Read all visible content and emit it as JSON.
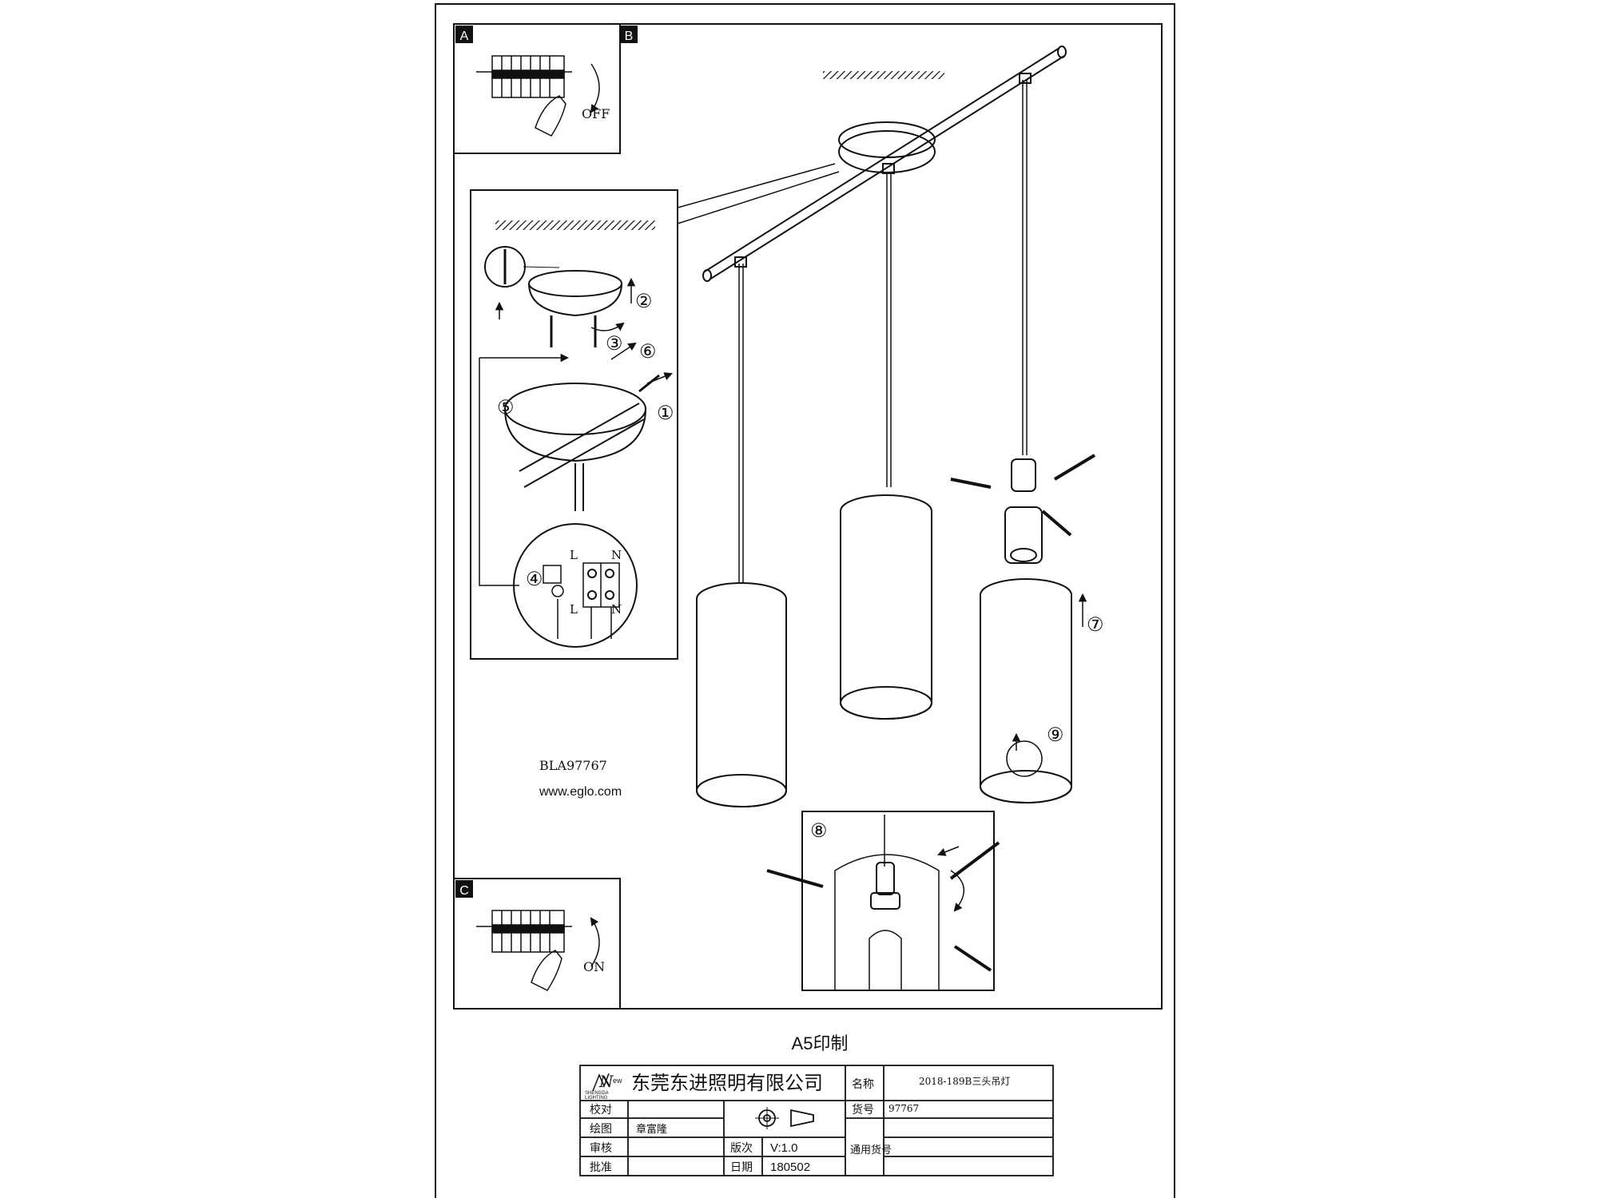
{
  "panels": {
    "a": "A",
    "b": "B",
    "c": "C"
  },
  "switch": {
    "off": "OFF",
    "on": "ON"
  },
  "wiring": {
    "live": "L",
    "neutral": "N"
  },
  "steps": [
    "①",
    "②",
    "③",
    "④",
    "⑤",
    "⑥",
    "⑦",
    "⑧",
    "⑨"
  ],
  "product": {
    "code": "BLA97767",
    "website": "www.eglo.com"
  },
  "print_note": "A5印制",
  "title_block": {
    "logo": {
      "mark": "N",
      "sub": "ew",
      "name": "SHENGDA",
      "tag": "LIGHTING"
    },
    "company": "东莞东进照明有限公司",
    "name_label": "名称",
    "name_value": "2018-189B三头吊灯",
    "item_label": "货号",
    "item_value": "97767",
    "common_item_label": "通用货号",
    "rows": {
      "check": "校对",
      "draw": "绘图",
      "drawer": "章富隆",
      "review": "审核",
      "approve": "批准",
      "version_label": "版次",
      "version_value": "V:1.0",
      "date_label": "日期",
      "date_value": "180502"
    }
  }
}
